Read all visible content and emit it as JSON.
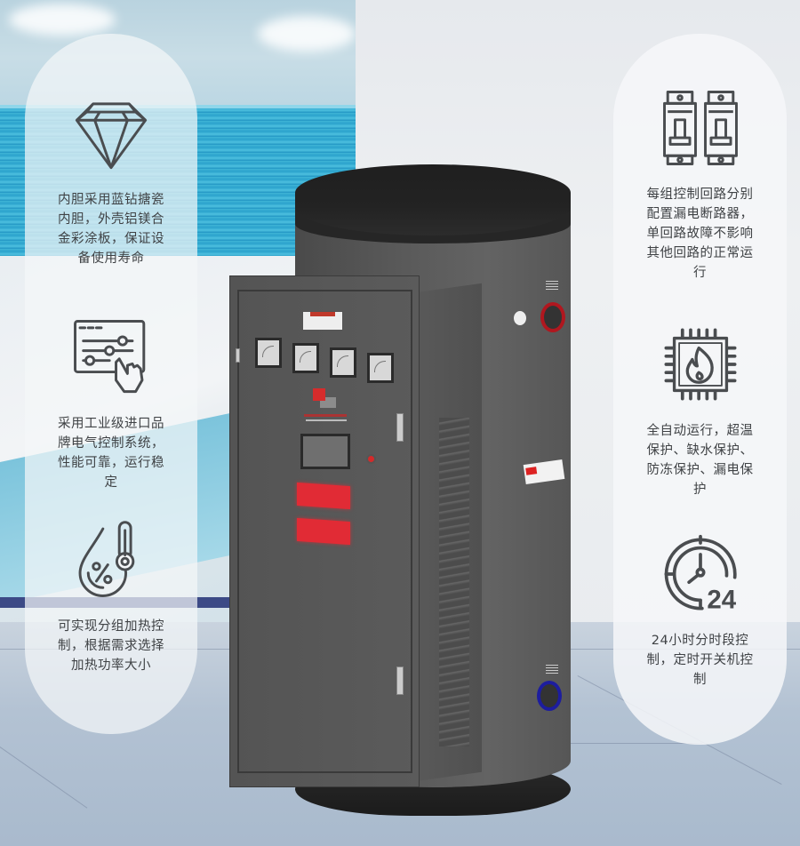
{
  "left_features": [
    {
      "icon": "diamond-icon",
      "text": "内胆采用蓝钻搪瓷内胆，外壳铝镁合金彩涂板，保证设备使用寿命"
    },
    {
      "icon": "control-panel-touch-icon",
      "text": "采用工业级进口品牌电气控制系统，性能可靠，运行稳定"
    },
    {
      "icon": "water-drop-thermometer-icon",
      "text": "可实现分组加热控制，根据需求选择加热功率大小"
    }
  ],
  "right_features": [
    {
      "icon": "circuit-breaker-icon",
      "text": "每组控制回路分别配置漏电断路器，单回路故障不影响其他回路的正常运行"
    },
    {
      "icon": "chip-flame-icon",
      "text": "全自动运行，超温保护、缺水保护、防冻保护、漏电保护"
    },
    {
      "icon": "clock-24h-icon",
      "text": "24小时分时段控制，定时开关机控制"
    }
  ],
  "product": {
    "name": "commercial-electric-water-heater",
    "colors": {
      "body": "#5a5a5a",
      "lid": "#1f1f1f",
      "warning_label": "#e12b35",
      "hot_outlet_ring": "#b0171f",
      "cold_inlet_ring": "#1d1d9e"
    },
    "meters_count": 4
  },
  "theme": {
    "icon_stroke": "#4a4d50",
    "text_color": "#3f4245",
    "pill_background": "rgba(244,246,248,0.72)"
  }
}
